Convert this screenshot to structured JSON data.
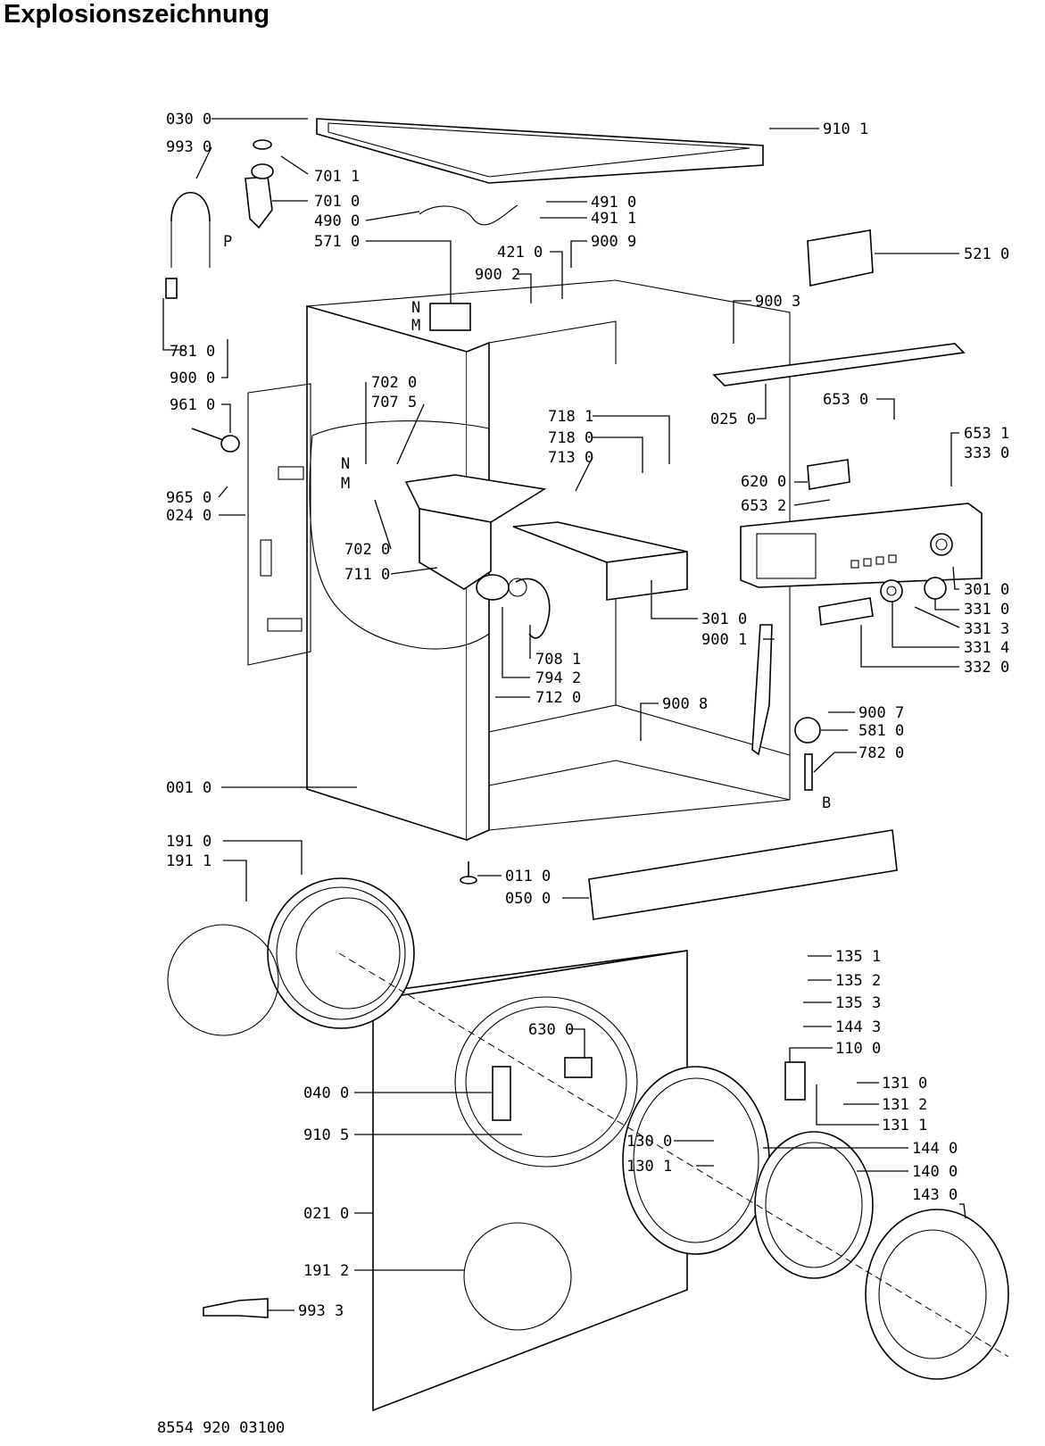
{
  "title": "Explosionszeichnung",
  "document_number": "8554 920 03100",
  "part_labels": [
    "030 0",
    "993 0",
    "701 1",
    "701 0",
    "490 0",
    "571 0",
    "910 1",
    "491 0",
    "491 1",
    "421 0",
    "900 9",
    "900 2",
    "521 0",
    "781 0",
    "900 0",
    "900 3",
    "025 0",
    "653 0",
    "961 0",
    "702 0",
    "707 5",
    "718 1",
    "718 0",
    "713 0",
    "653 1",
    "333 0",
    "620 0",
    "653 2",
    "965 0",
    "024 0",
    "702 0",
    "711 0",
    "301 0",
    "331 0",
    "331 3",
    "301 0",
    "900 1",
    "331 4",
    "332 0",
    "708 1",
    "794 2",
    "712 0",
    "900 7",
    "900 8",
    "581 0",
    "782 0",
    "001 0",
    "191 0",
    "191 1",
    "011 0",
    "050 0",
    "135 1",
    "135 2",
    "135 3",
    "144 3",
    "110 0",
    "630 0",
    "131 0",
    "131 2",
    "040 0",
    "131 1",
    "910 5",
    "130 0",
    "144 0",
    "130 1",
    "140 0",
    "143 0",
    "021 0",
    "191 2",
    "993 3"
  ],
  "marker_letters": [
    "N",
    "M",
    "P",
    "N",
    "M",
    "B"
  ]
}
